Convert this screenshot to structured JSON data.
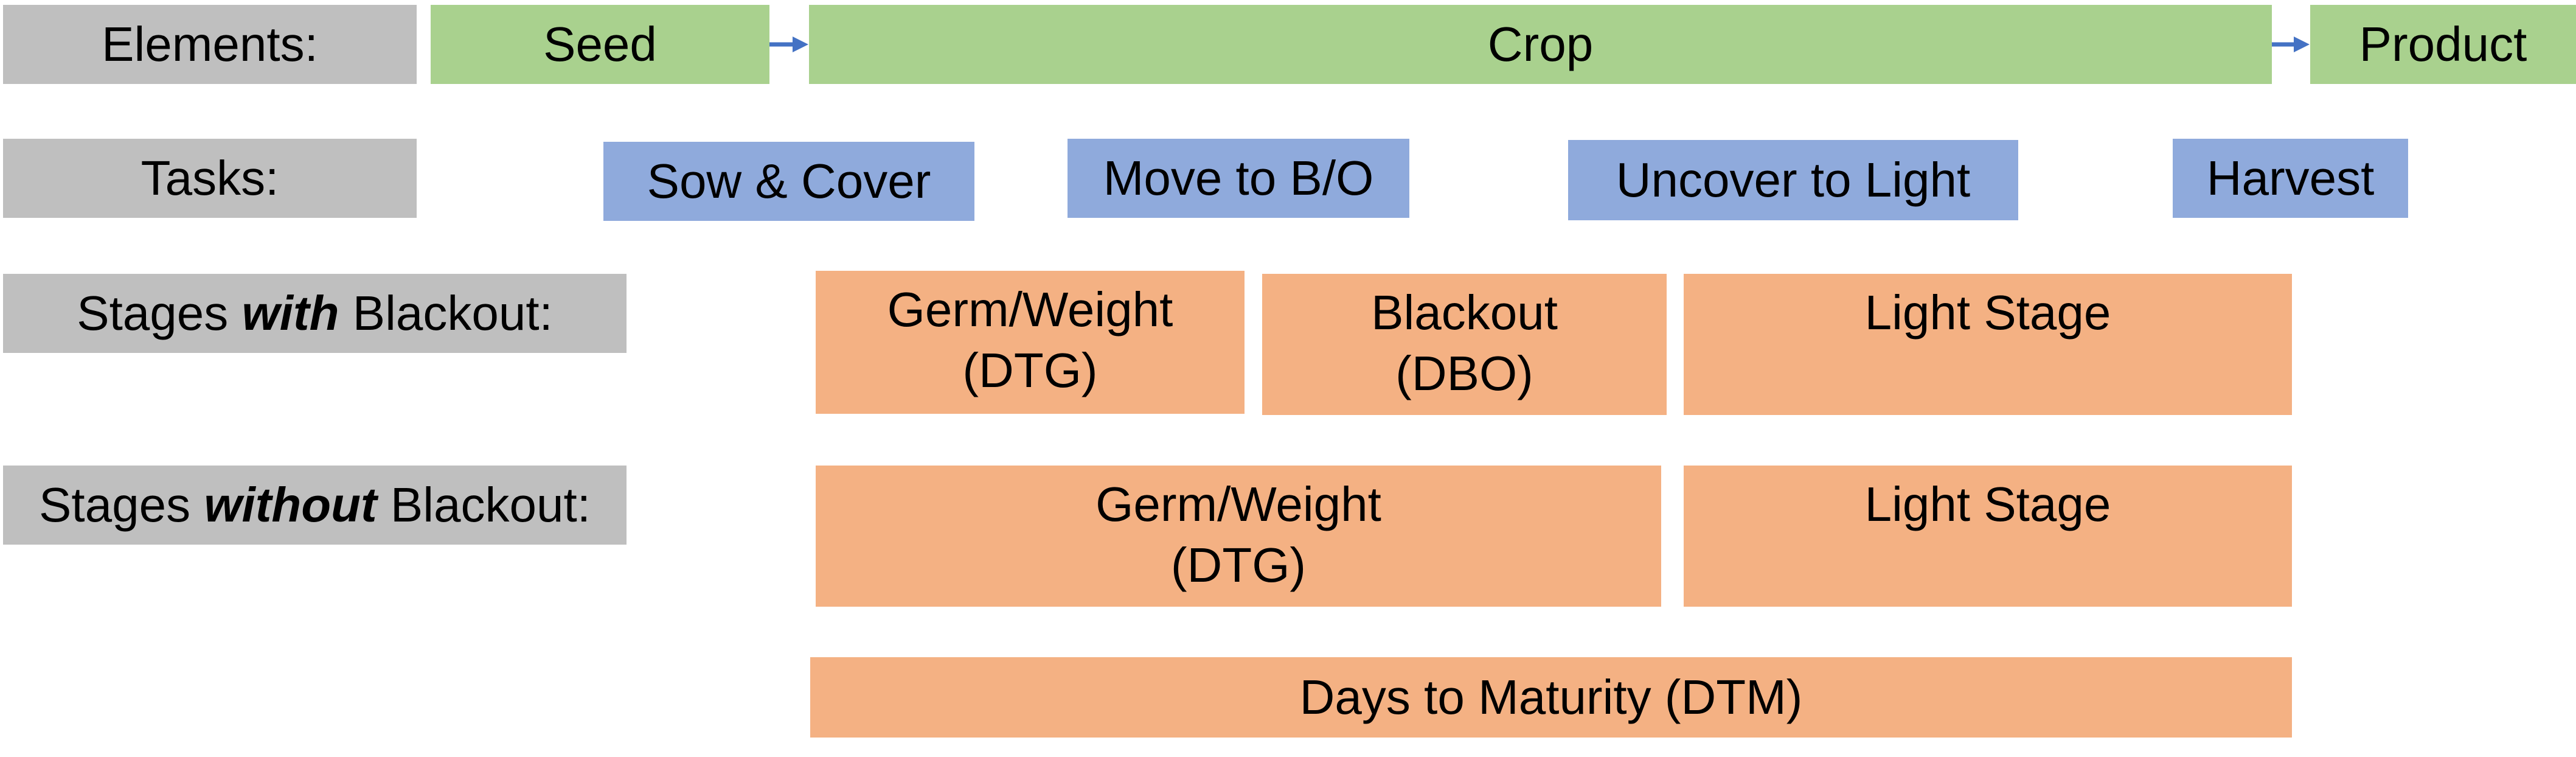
{
  "row_labels": {
    "elements_label": "Elements:",
    "tasks_label": "Tasks:",
    "with_blackout": {
      "prefix": "Stages ",
      "emphasis": "with",
      "suffix": " Blackout:"
    },
    "without_blackout": {
      "prefix": "Stages ",
      "emphasis": "without",
      "suffix": " Blackout:"
    }
  },
  "elements": {
    "seed": "Seed",
    "crop": "Crop",
    "product": "Product"
  },
  "tasks": {
    "sow_cover": "Sow & Cover",
    "move_bo": "Move to B/O",
    "uncover_light": "Uncover to Light",
    "harvest": "Harvest"
  },
  "stages_with_blackout": {
    "germ": {
      "line1": "Germ/Weight",
      "line2": "(DTG)"
    },
    "blackout": {
      "line1": "Blackout",
      "line2": "(DBO)"
    },
    "light": {
      "line1": "Light Stage"
    }
  },
  "stages_without_blackout": {
    "germ": {
      "line1": "Germ/Weight",
      "line2": "(DTG)"
    },
    "light": {
      "line1": "Light Stage"
    }
  },
  "maturity": "Days to Maturity (DTM)",
  "colors": {
    "label_gray": "#bfbfbf",
    "element_green": "#a9d18e",
    "task_blue": "#8faadc",
    "stage_orange": "#f4b183",
    "arrow_blue": "#4472c4"
  }
}
